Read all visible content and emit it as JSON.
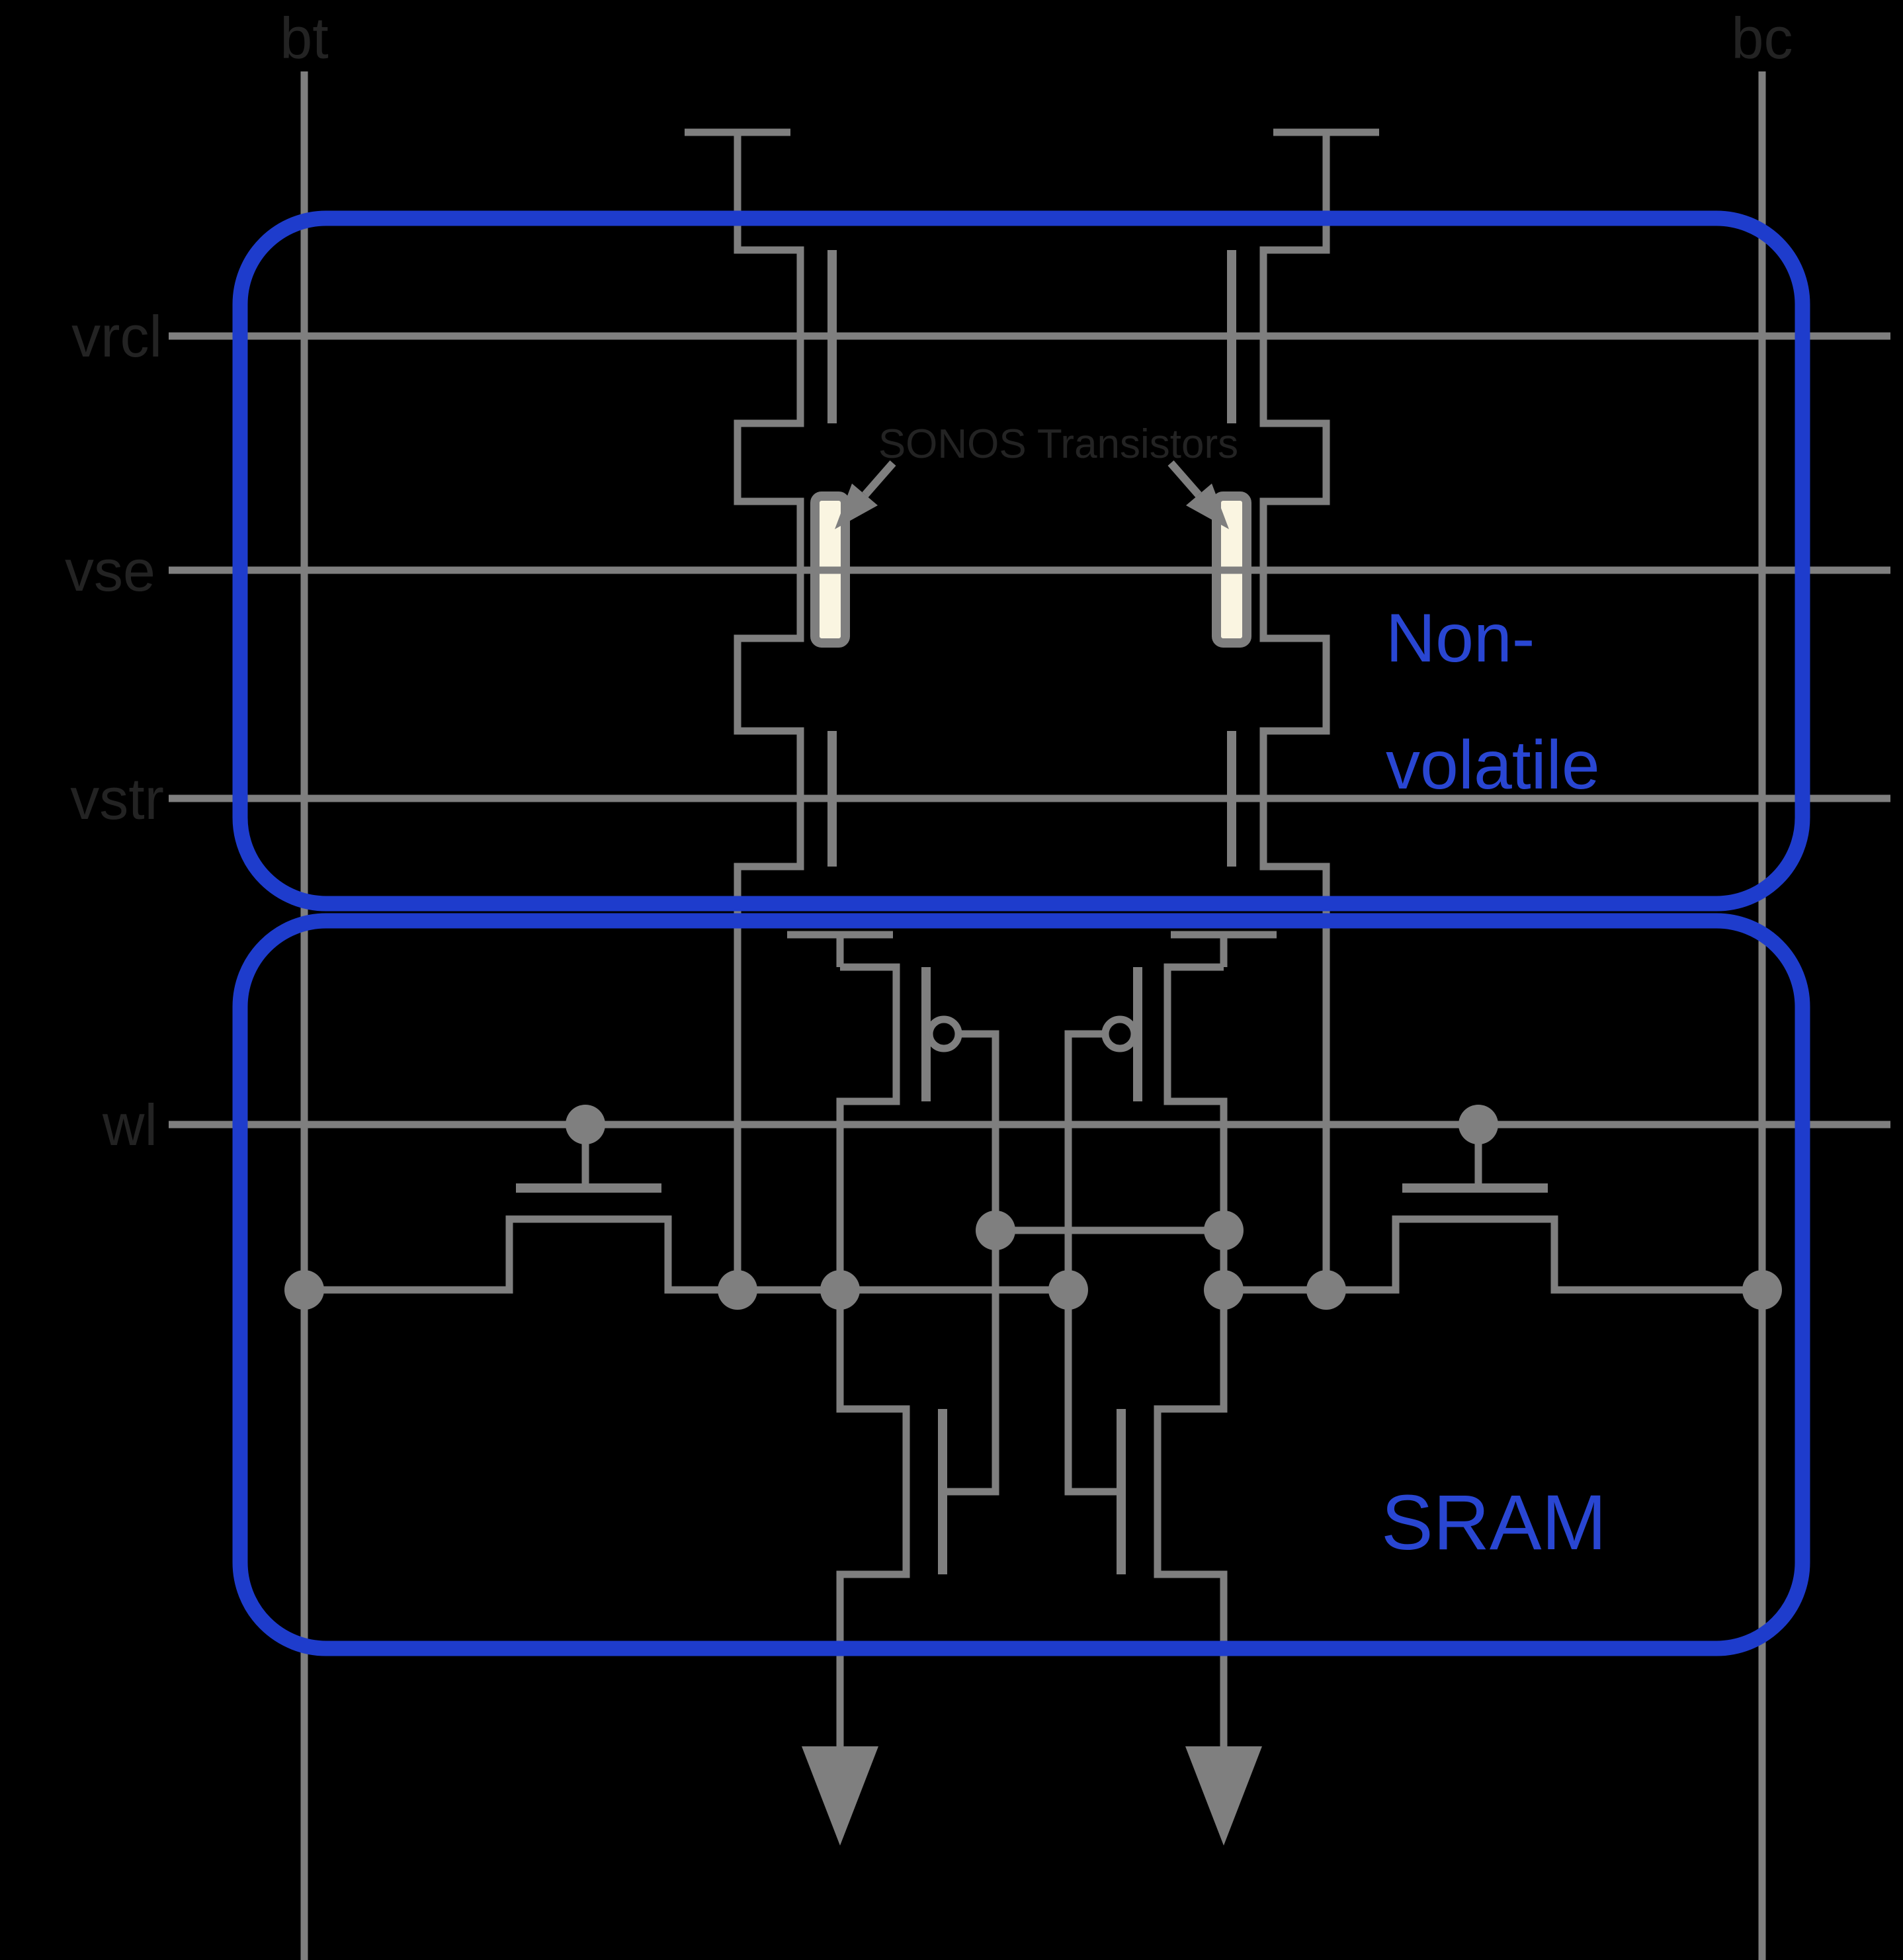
{
  "labels": {
    "bitline_left": "bt",
    "bitline_right": "bc",
    "rail_vrcl": "vrcl",
    "rail_vse": "vse",
    "rail_vstr": "vstr",
    "rail_wl": "wl",
    "sonos_annotation": "SONOS Transistors",
    "nonvolatile_line1": "Non-",
    "nonvolatile_line2": "volatile",
    "sram": "SRAM"
  },
  "colors": {
    "background": "#000000",
    "wire": "#7f7f7f",
    "box_blue": "#1e3ccc",
    "blue_text": "#2946d2",
    "label_text": "#232323",
    "sonos_gate_fill": "#faf5e1"
  }
}
